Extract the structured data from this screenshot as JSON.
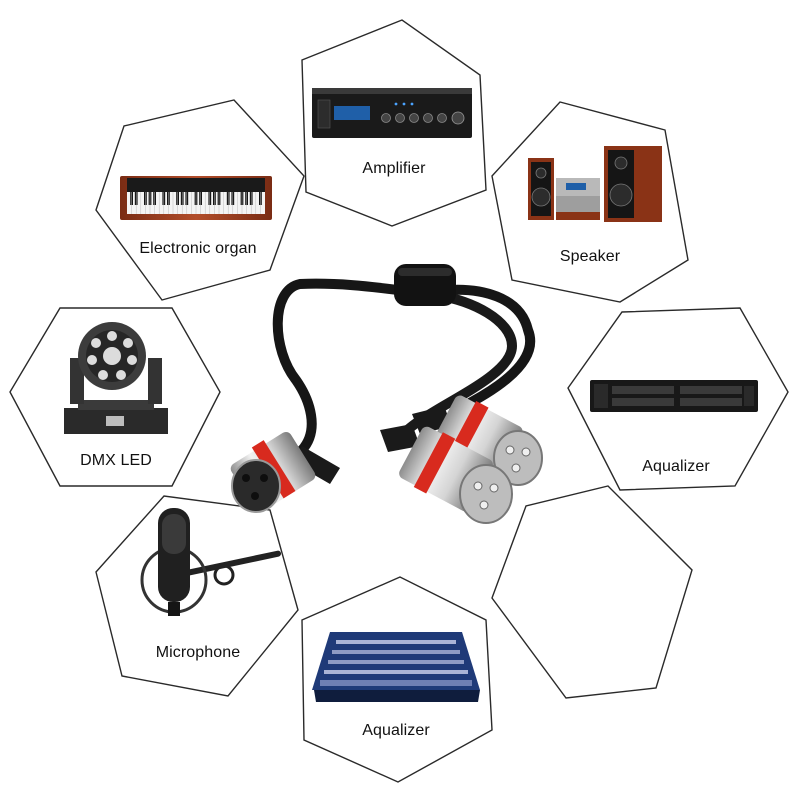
{
  "devices": [
    {
      "id": "amplifier",
      "label": "Amplifier",
      "icon": "amplifier-icon"
    },
    {
      "id": "speaker",
      "label": "Speaker",
      "icon": "speaker-icon"
    },
    {
      "id": "equalizer-rack",
      "label": "Aqualizer",
      "icon": "equalizer-rack-icon"
    },
    {
      "id": "empty",
      "label": "",
      "icon": ""
    },
    {
      "id": "mixer",
      "label": "Aqualizer",
      "icon": "mixing-console-icon"
    },
    {
      "id": "microphone",
      "label": "Microphone",
      "icon": "microphone-icon"
    },
    {
      "id": "dmx-led",
      "label": "DMX LED",
      "icon": "moving-head-light-icon"
    },
    {
      "id": "electronic-organ",
      "label": "Electronic organ",
      "icon": "keyboard-icon"
    }
  ],
  "center_product": {
    "icon": "xlr-y-splitter-cable-icon",
    "accent_color": "#d82a1e"
  },
  "colors": {
    "outline": "#2a2a2a",
    "cable": "#161616",
    "metal": "#c9c9c9",
    "device_dark": "#1c1c1c",
    "wood": "#9b3d22",
    "mixer_blue": "#1f3a78"
  }
}
